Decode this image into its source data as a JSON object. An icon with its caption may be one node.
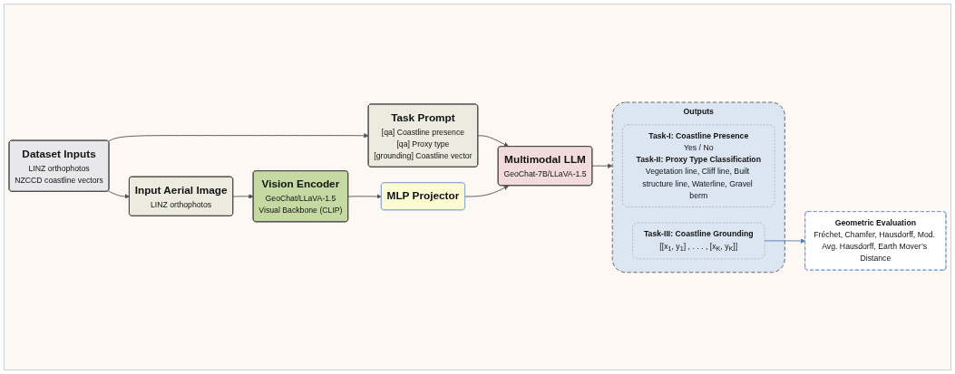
{
  "diagram": {
    "nodes": [
      {
        "text": [
          "Dataset Inputs",
          "LINZ orthophotos",
          "NZCCD coastline vectors"
        ]
      },
      {
        "text": [
          "Task Prompt",
          "[qa] Coastline presence",
          "[qa] Proxy type",
          "[grounding] Coastline vector"
        ]
      },
      {
        "text": [
          "Input Aerial Image",
          "LINZ orthophotos"
        ]
      },
      {
        "text": [
          "Vision Encoder",
          "GeoChat/LLaVA-1.5",
          "Visual Backbone (CLIP)"
        ]
      },
      {
        "text": [
          "MLP Projector"
        ]
      },
      {
        "text": [
          "Multimodal LLM",
          "GeoChat-7B/LLaVA-1.5"
        ]
      },
      {
        "text": [
          "Outputs"
        ]
      },
      {
        "text": [
          "Task-I: Coastline Presence",
          "Yes / No",
          "Task-II: Proxy Type Classification",
          "Vegetation line, Cliff line, Built structure line, Waterline, Gravel berm"
        ],
        "in": 6
      },
      {
        "text": [
          "Task-III: Coastline Grounding",
          "[[x$_{1}$, y$_{1}$] , . . . , [x$_{K}$, y$_{K}$]]"
        ],
        "in": 6
      },
      {
        "text": [
          "Geometric Evaluation",
          "Fréchet, Chamfer, Hausdorff, Mod. Avg. Hausdorff, Earth Mover’s Distance"
        ]
      }
    ],
    "edges": [
      {
        "from": 0,
        "to": 1,
        "arrow": "to"
      },
      {
        "from": 0,
        "to": 2,
        "arrow": "to"
      },
      {
        "from": 1,
        "to": 5,
        "arrow": "to"
      },
      {
        "from": 2,
        "to": 3,
        "arrow": "to"
      },
      {
        "from": 3,
        "to": 4,
        "arrow": "to"
      },
      {
        "from": 4,
        "to": 5,
        "arrow": "to"
      },
      {
        "from": 5,
        "to": 6,
        "arrow": "to"
      },
      {
        "from": 8,
        "to": 9,
        "arrow": "to",
        "color": "#4a7ebb"
      }
    ]
  }
}
